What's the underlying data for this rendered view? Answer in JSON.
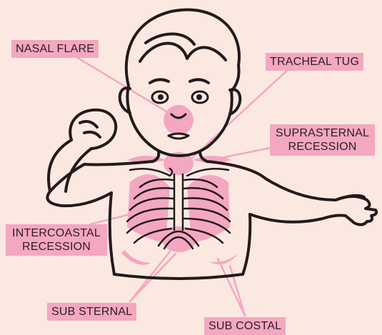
{
  "diagram": {
    "labels": {
      "nasal_flare": "NASAL FLARE",
      "tracheal_tug": "TRACHEAL TUG",
      "suprasternal": [
        "SUPRASTERNAL",
        "RECESSION"
      ],
      "intercostal": [
        "INTERCOASTAL",
        "RECESSION"
      ],
      "sub_sternal": "SUB STERNAL",
      "sub_costal": "SUB COSTAL"
    },
    "colors": {
      "background": "#fbe9e1",
      "highlight": "#f4a7c1",
      "outline": "#231a1c"
    }
  }
}
